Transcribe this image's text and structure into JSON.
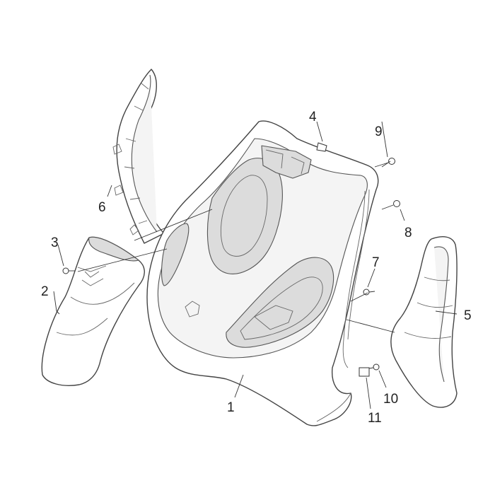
{
  "diagram": {
    "callouts": [
      {
        "id": "1",
        "label": "1"
      },
      {
        "id": "2",
        "label": "2"
      },
      {
        "id": "3",
        "label": "3"
      },
      {
        "id": "4",
        "label": "4"
      },
      {
        "id": "5",
        "label": "5"
      },
      {
        "id": "6",
        "label": "6"
      },
      {
        "id": "7",
        "label": "7"
      },
      {
        "id": "8",
        "label": "8"
      },
      {
        "id": "9",
        "label": "9"
      },
      {
        "id": "10",
        "label": "10"
      },
      {
        "id": "11",
        "label": "11"
      }
    ],
    "line_color": "#444444",
    "background": "#ffffff"
  }
}
